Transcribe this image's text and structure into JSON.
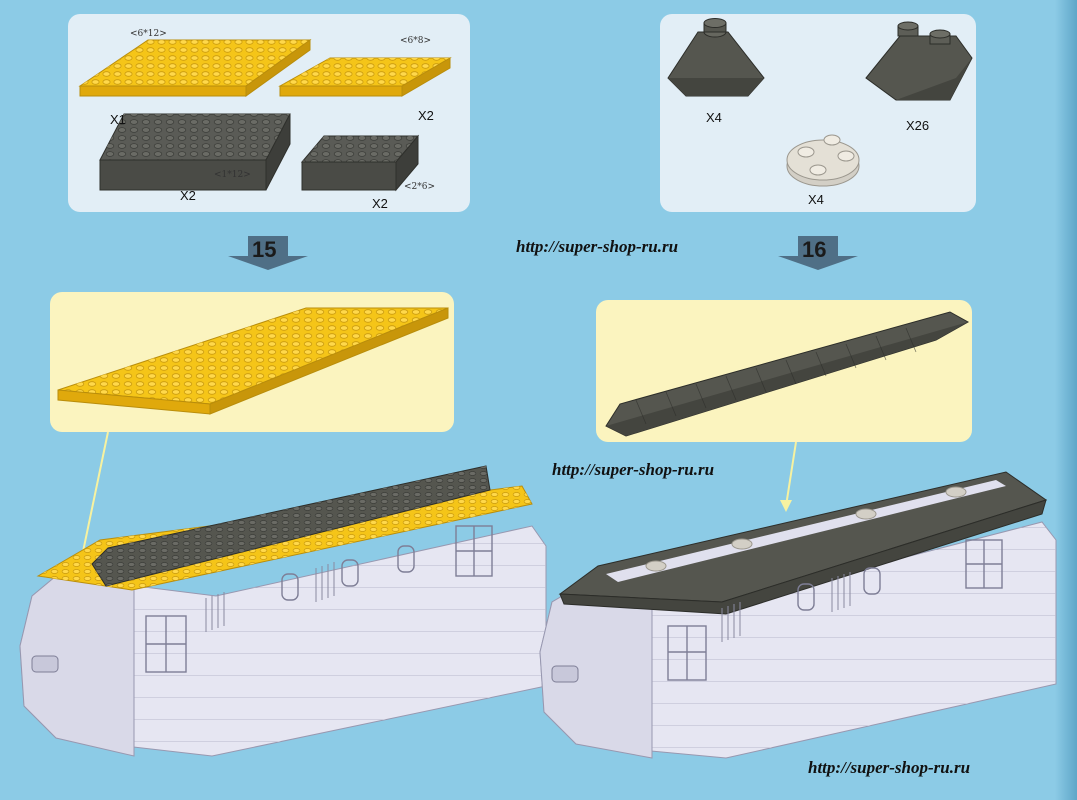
{
  "parts_left": {
    "plate_6x12": {
      "size": "<6*12>",
      "qty": "X1"
    },
    "plate_6x8": {
      "size": "<6*8>",
      "qty": "X2"
    },
    "brick_1x12": {
      "size": "<1*12>",
      "qty": "X2"
    },
    "brick_2x6": {
      "size": "<2*6>",
      "qty": "X2"
    }
  },
  "parts_right": {
    "slope_corner": {
      "qty": "X4"
    },
    "slope_2x2": {
      "qty": "X26"
    },
    "round_plate": {
      "qty": "X4"
    }
  },
  "steps": {
    "left": "15",
    "right": "16"
  },
  "watermarks": {
    "top": "http://super-shop-ru.ru",
    "middle": "http://super-shop-ru.ru",
    "bottom": "http://super-shop-ru.ru"
  },
  "colors": {
    "background": "#8ccbe6",
    "yellow": "#f5c518",
    "dark_grey": "#555650",
    "light_body": "#e6e6f2",
    "step_arrow": "#4f6f86"
  }
}
